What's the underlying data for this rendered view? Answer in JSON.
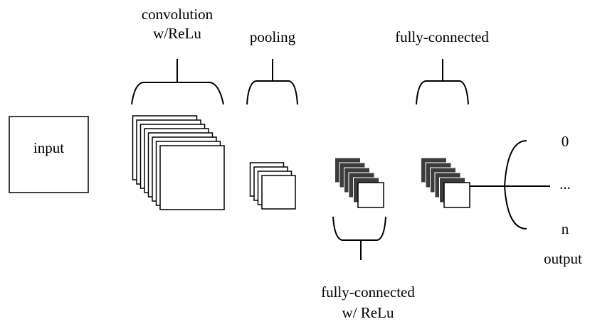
{
  "diagram": {
    "labels": {
      "input": "input",
      "convolution_line1": "convolution",
      "convolution_line2": "w/ReLu",
      "pooling": "pooling",
      "fully_connected_top": "fully-connected",
      "fully_connected_bottom_line1": "fully-connected",
      "fully_connected_bottom_line2": "w/ ReLu",
      "output_0": "0",
      "output_ellipsis": "...",
      "output_n": "n",
      "output": "output"
    },
    "stages": [
      "input",
      "convolution w/ReLu",
      "pooling",
      "fully-connected w/ ReLu",
      "fully-connected",
      "output"
    ],
    "layer_counts": {
      "convolution": 8,
      "pooling": 4,
      "fully_connected_relu": 6,
      "fully_connected": 6
    },
    "colors": {
      "stroke": "#000000",
      "fill": "#ffffff",
      "dark_layer": "#3c3c3c"
    }
  }
}
